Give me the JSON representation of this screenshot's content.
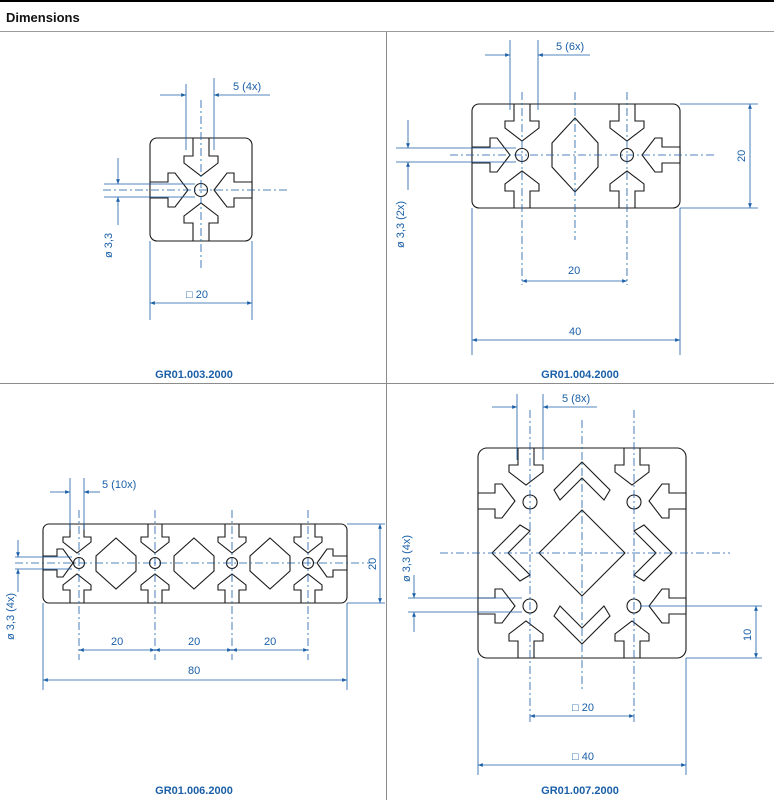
{
  "header": {
    "title": "Dimensions"
  },
  "colors": {
    "dimension": "#1a5fa8",
    "outline": "#1a1a1a",
    "grid": "#8c8c8c"
  },
  "drawings": [
    {
      "part_number": "GR01.003.2000",
      "dims": {
        "slot": "5 (4x)",
        "hole": "ø 3,3",
        "size": "□ 20"
      }
    },
    {
      "part_number": "GR01.004.2000",
      "dims": {
        "slot": "5 (6x)",
        "hole": "ø 3,3 (2x)",
        "height": "20",
        "pitch": "20",
        "width": "40"
      }
    },
    {
      "part_number": "GR01.006.2000",
      "dims": {
        "slot": "5 (10x)",
        "hole": "ø 3,3 (4x)",
        "height": "20",
        "pitch_1": "20",
        "pitch_2": "20",
        "pitch_3": "20",
        "width": "80"
      }
    },
    {
      "part_number": "GR01.007.2000",
      "dims": {
        "slot": "5 (8x)",
        "hole": "ø 3,3 (4x)",
        "offset": "10",
        "pitch": "□ 20",
        "size": "□ 40"
      }
    }
  ]
}
